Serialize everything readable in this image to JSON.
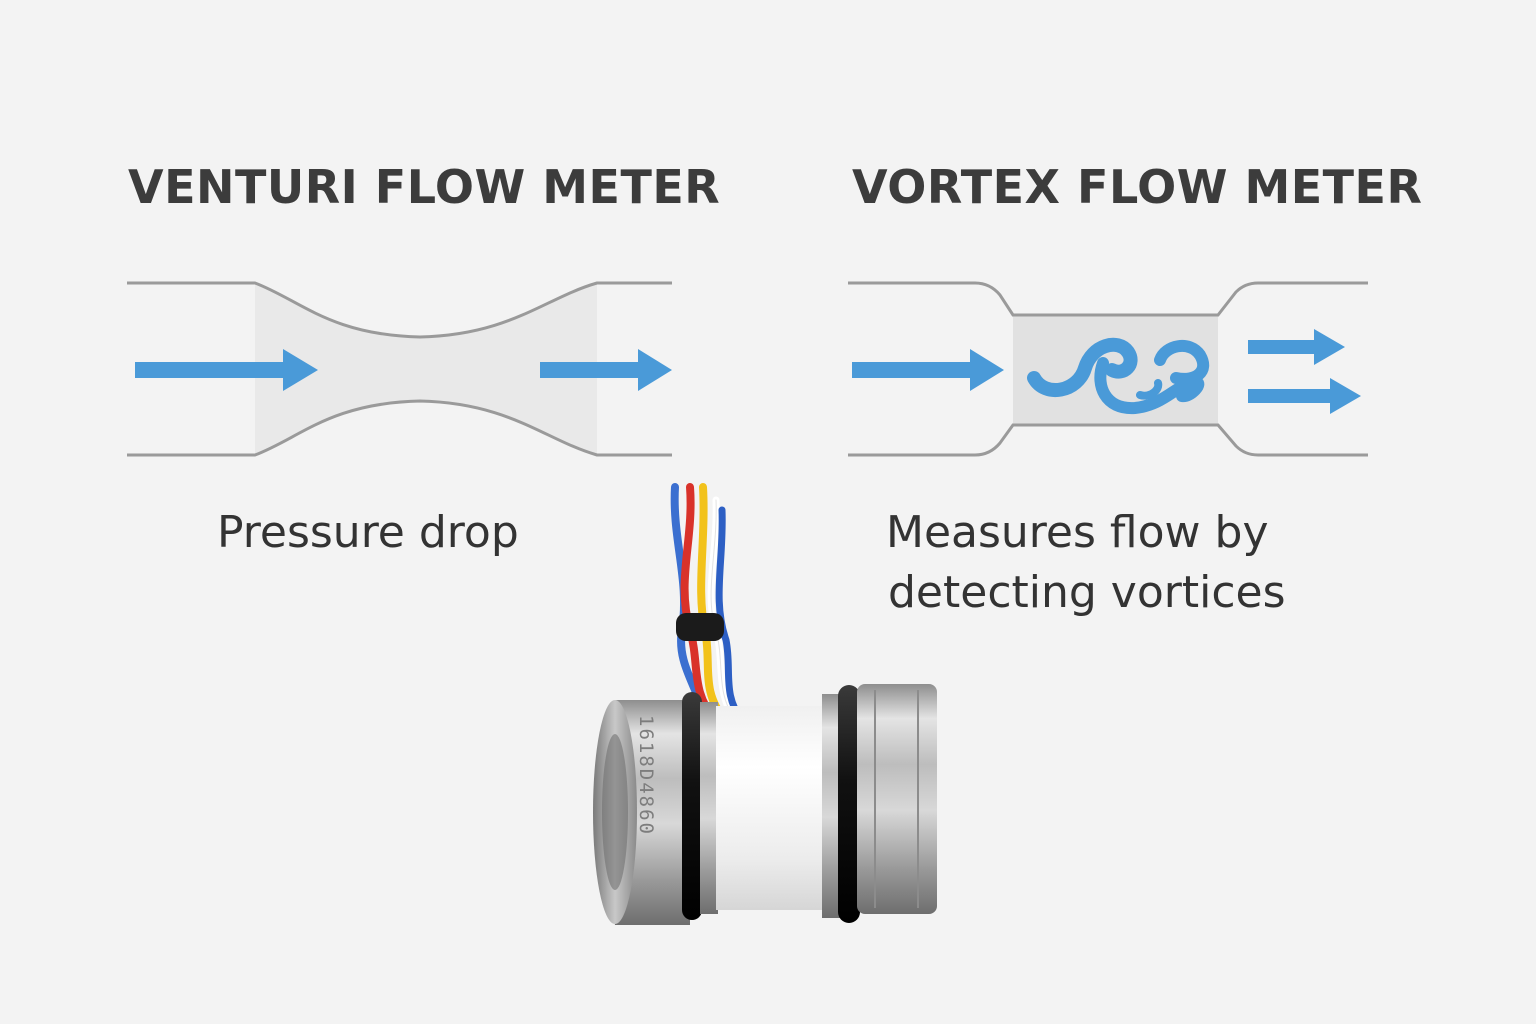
{
  "venturi": {
    "title": "VENTURI FLOW METER",
    "caption": "Pressure drop"
  },
  "vortex": {
    "title": "VORTEX FLOW METER",
    "caption_line1": "Measures flow by",
    "caption_line2": "detecting vortices"
  },
  "sensor": {
    "engraving": "1618D4860",
    "wire_colors": [
      "#3b6fd0",
      "#d9322a",
      "#f2c21b",
      "#ffffff"
    ]
  },
  "colors": {
    "arrow": "#4a9ad8",
    "pipe": "#9a9a9a",
    "background": "#f3f3f3"
  }
}
